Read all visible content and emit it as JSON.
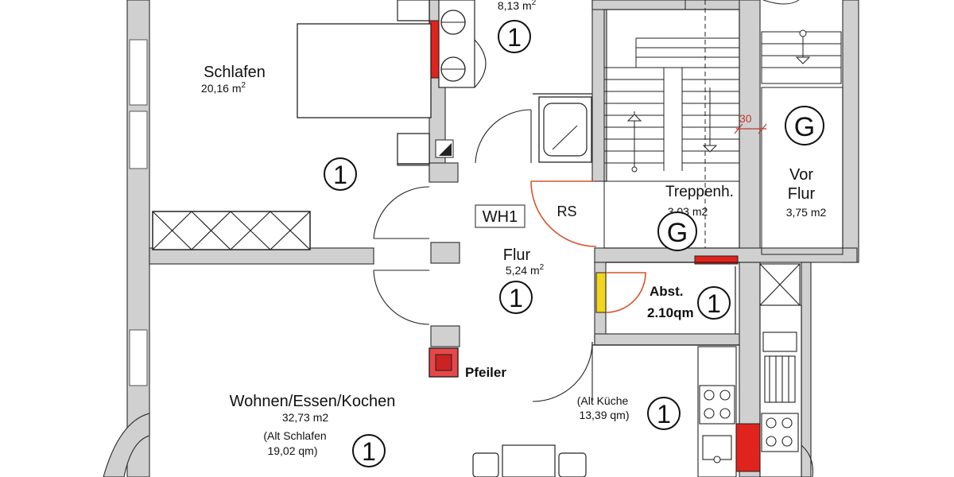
{
  "rooms": {
    "schlafen": {
      "name": "Schlafen",
      "area": "20,16 m",
      "sup": "2",
      "unit": "1"
    },
    "bad": {
      "area": "8,13 m",
      "sup": "2",
      "unit": "1"
    },
    "flur": {
      "name": "Flur",
      "area": "5,24 m",
      "sup": "2",
      "unit": "1",
      "tag": "WH1"
    },
    "rs": {
      "name": "RS"
    },
    "treppenhaus": {
      "name": "Treppenh.",
      "area": "3,03 m2",
      "unit": "G"
    },
    "vorflur": {
      "name_line1": "Vor",
      "name_line2": "Flur",
      "area": "3,75 m2",
      "unit": "G"
    },
    "abst": {
      "name": "Abst.",
      "area": "2.10qm",
      "unit": "1"
    },
    "pfeiler": {
      "name": "Pfeiler"
    },
    "altkueche": {
      "line1": "(Alt Küche",
      "line2": "13,39 qm)",
      "unit": "1"
    },
    "wohnen": {
      "name": "Wohnen/Essen/Kochen",
      "area": "32,73 m2",
      "note1": "(Alt Schlafen",
      "note2": "19,02 qm)",
      "unit": "1"
    }
  },
  "dimension": {
    "value": "30"
  },
  "colors": {
    "wall": "#d0d0d0",
    "red": "#e0231c",
    "yellow": "#f2d51c",
    "pfeiler": "#e8474a",
    "door_red": "#d9532b",
    "dim": "#c0392b"
  }
}
